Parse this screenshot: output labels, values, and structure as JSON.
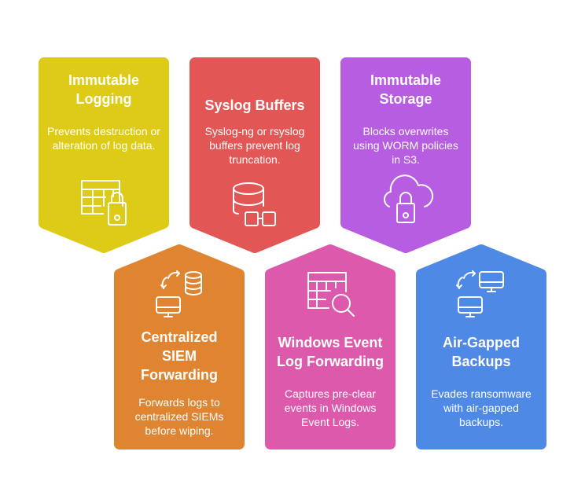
{
  "colors": {
    "yellow": "#DECB17",
    "red": "#E25755",
    "purple": "#B65DE2",
    "orange": "#DF8431",
    "pink": "#DC59AC",
    "blue": "#4E89E6"
  },
  "cards": [
    {
      "title": "Immutable Logging",
      "desc": "Prevents destruction or alteration of log data.",
      "icon": "table-lock-icon"
    },
    {
      "title": "Syslog Buffers",
      "desc": "Syslog-ng or rsyslog buffers prevent log truncation.",
      "icon": "database-buffer-icon"
    },
    {
      "title": "Immutable Storage",
      "desc": "Blocks overwrites using WORM policies in S3.",
      "icon": "cloud-lock-icon"
    },
    {
      "title": "Centralized SIEM Forwarding",
      "desc": "Forwards logs to centralized SIEMs before wiping.",
      "icon": "sync-database-icon"
    },
    {
      "title": "Windows Event Log Forwarding",
      "desc": "Captures pre-clear events in Windows Event Logs.",
      "icon": "table-search-icon"
    },
    {
      "title": "Air-Gapped Backups",
      "desc": "Evades ransomware with air-gapped backups.",
      "icon": "sync-monitors-icon"
    }
  ]
}
